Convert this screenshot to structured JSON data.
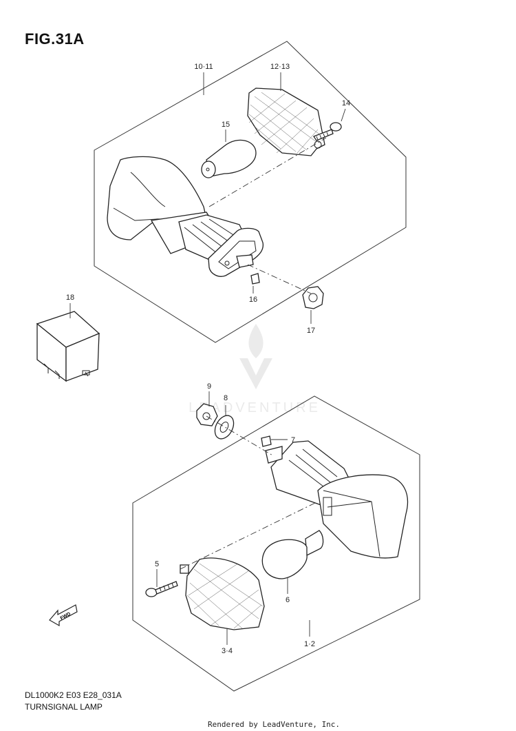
{
  "figure": {
    "title": "FIG.31A",
    "code": "DL1000K2 E03 E28_031A",
    "name": "TURNSIGNAL LAMP"
  },
  "callouts": {
    "c10_11": "10·11",
    "c12_13": "12·13",
    "c14": "14",
    "c15": "15",
    "c16": "16",
    "c17": "17",
    "c18": "18",
    "c9": "9",
    "c8": "8",
    "c7": "7",
    "c5": "5",
    "c6": "6",
    "c3_4": "3·4",
    "c1_2": "1·2"
  },
  "fwd_label": "FWD",
  "watermark": "LEADVENTURE",
  "footer": {
    "rendered_by": "Rendered by LeadVenture, Inc."
  }
}
